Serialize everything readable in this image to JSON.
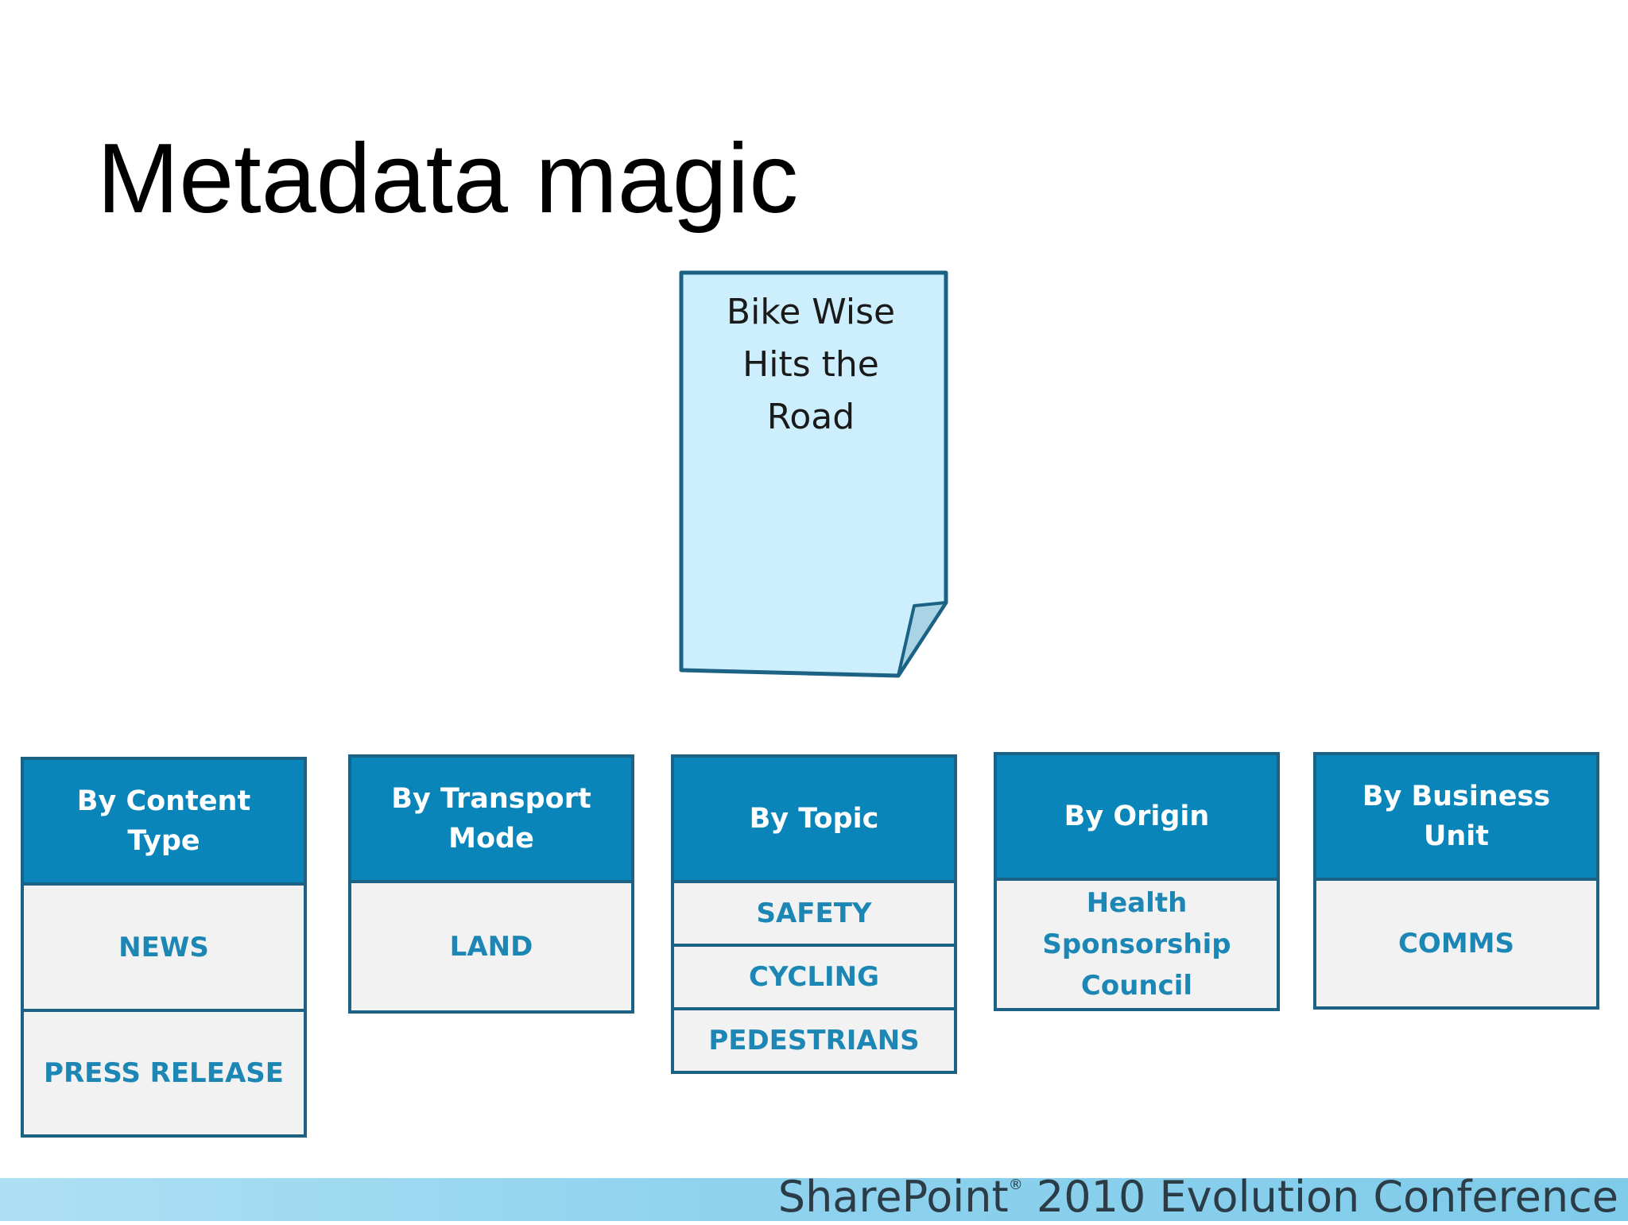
{
  "title": "Metadata magic",
  "document": {
    "title": "Bike Wise\nHits the\nRoad"
  },
  "categories": [
    {
      "header": "By Content Type",
      "values": [
        "NEWS",
        "PRESS RELEASE"
      ]
    },
    {
      "header": "By Transport Mode",
      "values": [
        "LAND"
      ]
    },
    {
      "header": "By Topic",
      "values": [
        "SAFETY",
        "CYCLING",
        "PEDESTRIANS"
      ]
    },
    {
      "header": "By Origin",
      "values": [
        "Health Sponsorship Council"
      ]
    },
    {
      "header": "By Business Unit",
      "values": [
        "COMMS"
      ]
    }
  ],
  "footer": {
    "brand": "SharePoint",
    "reg_mark": "®",
    "event": " 2010 Evolution Conference"
  },
  "colors": {
    "header_fill": "#0a85b9",
    "border": "#1b6285",
    "value_text": "#1c87b5",
    "value_fill": "#f2f2f2",
    "document_fill": "#cdeffd"
  }
}
